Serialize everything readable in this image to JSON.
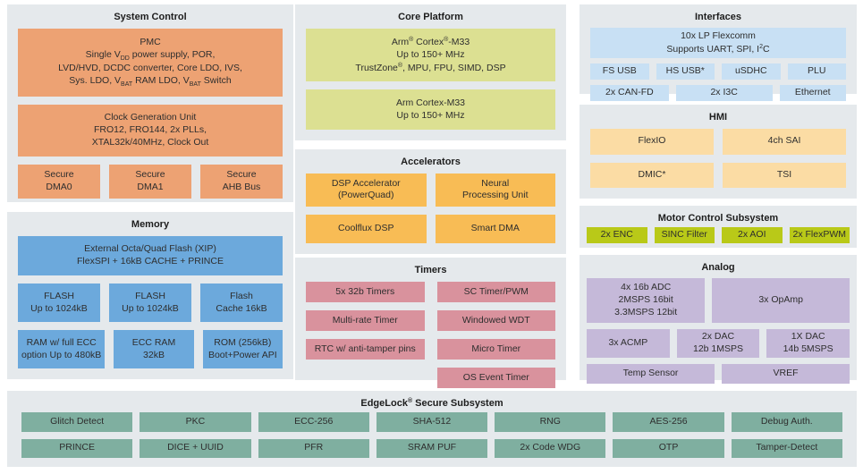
{
  "colors": {
    "panel_bg": "#E5E9EC",
    "system_control": "#EDA273",
    "memory": "#6CA9DC",
    "core_platform": "#DCE092",
    "accelerators": "#F8BC55",
    "timers": "#D9929D",
    "interfaces": "#C8E0F4",
    "hmi": "#FBDCA4",
    "motor_control": "#B9C918",
    "analog": "#C5B9D9",
    "edgelock": "#7FAFA0"
  },
  "system_control": {
    "title": "System Control",
    "pmc": [
      "PMC",
      [
        {
          "t": "Single V"
        },
        {
          "t": "DD",
          "s": "sub"
        },
        {
          "t": " power supply, POR,"
        }
      ],
      "LVD/HVD, DCDC converter, Core LDO, IVS,",
      [
        {
          "t": "Sys. LDO, V"
        },
        {
          "t": "BAT",
          "s": "sub"
        },
        {
          "t": " RAM LDO, V"
        },
        {
          "t": "BAT",
          "s": "sub"
        },
        {
          "t": " Switch"
        }
      ]
    ],
    "clock": [
      "Clock Generation Unit",
      "FRO12, FRO144, 2x PLLs,",
      "XTAL32k/40MHz, Clock Out"
    ],
    "dma0": [
      "Secure",
      "DMA0"
    ],
    "dma1": [
      "Secure",
      "DMA1"
    ],
    "ahb": [
      "Secure",
      "AHB Bus"
    ]
  },
  "memory": {
    "title": "Memory",
    "ext_flash": [
      "External Octa/Quad Flash (XIP)",
      "FlexSPI + 16kB CACHE + PRINCE"
    ],
    "flash1": [
      "FLASH",
      "Up to 1024kB"
    ],
    "flash2": [
      "FLASH",
      "Up to 1024kB"
    ],
    "flash_cache": [
      "Flash",
      "Cache 16kB"
    ],
    "ram_ecc": [
      "RAM w/ full ECC",
      "option Up to 480kB"
    ],
    "ecc_ram": [
      "ECC RAM",
      "32kB"
    ],
    "rom": [
      "ROM (256kB)",
      "Boot+Power API"
    ]
  },
  "core_platform": {
    "title": "Core Platform",
    "cpu1": [
      [
        {
          "t": "Arm"
        },
        {
          "t": "®",
          "s": "sup"
        },
        {
          "t": " Cortex"
        },
        {
          "t": "®",
          "s": "sup"
        },
        {
          "t": "-M33"
        }
      ],
      "Up to 150+  MHz",
      [
        {
          "t": "TrustZone"
        },
        {
          "t": "®",
          "s": "sup"
        },
        {
          "t": ", MPU, FPU, SIMD, DSP"
        }
      ]
    ],
    "cpu2": [
      "Arm Cortex-M33",
      "Up to 150+  MHz"
    ]
  },
  "accelerators": {
    "title": "Accelerators",
    "powerquad": [
      "DSP Accelerator",
      "(PowerQuad)"
    ],
    "npu": [
      "Neural",
      "Processing Unit"
    ],
    "coolflux": "Coolflux DSP",
    "smart_dma": "Smart DMA"
  },
  "timers": {
    "title": "Timers",
    "left": [
      "5x 32b Timers",
      "Multi-rate Timer",
      "RTC w/ anti-tamper pins"
    ],
    "right": [
      "SC Timer/PWM",
      "Windowed WDT",
      "Micro Timer",
      "OS Event Timer"
    ]
  },
  "interfaces": {
    "title": "Interfaces",
    "flexcomm": [
      "10x LP Flexcomm",
      [
        {
          "t": "Supports UART, SPI, I"
        },
        {
          "t": "2",
          "s": "sup"
        },
        {
          "t": "C"
        }
      ]
    ],
    "row1": [
      "FS USB",
      "HS USB*",
      "uSDHC",
      "PLU"
    ],
    "row2": [
      "2x CAN-FD",
      "2x I3C",
      "Ethernet"
    ]
  },
  "hmi": {
    "title": "HMI",
    "blocks": [
      "FlexIO",
      "4ch SAI",
      "DMIC*",
      "TSI"
    ]
  },
  "motor_control": {
    "title": "Motor Control Subsystem",
    "blocks": [
      "2x ENC",
      "SINC Filter",
      "2x AOI",
      "2x FlexPWM"
    ]
  },
  "analog": {
    "title": "Analog",
    "adc": [
      "4x 16b ADC",
      "2MSPS 16bit",
      "3.3MSPS 12bit"
    ],
    "opamp": "3x OpAmp",
    "acmp": "3x ACMP",
    "dac2": [
      "2x DAC",
      "12b 1MSPS"
    ],
    "dac1": [
      "1X DAC",
      "14b 5MSPS"
    ],
    "temp": "Temp Sensor",
    "vref": "VREF"
  },
  "edgelock": {
    "title": [
      [
        {
          "t": "EdgeLock"
        },
        {
          "t": "®",
          "s": "sup"
        },
        {
          "t": " Secure Subsystem"
        }
      ]
    ],
    "row1": [
      "Glitch Detect",
      "PKC",
      "ECC-256",
      "SHA-512",
      "RNG",
      "AES-256",
      "Debug Auth."
    ],
    "row2": [
      "PRINCE",
      "DICE + UUID",
      "PFR",
      "SRAM PUF",
      "2x Code WDG",
      "OTP",
      "Tamper-Detect"
    ]
  }
}
